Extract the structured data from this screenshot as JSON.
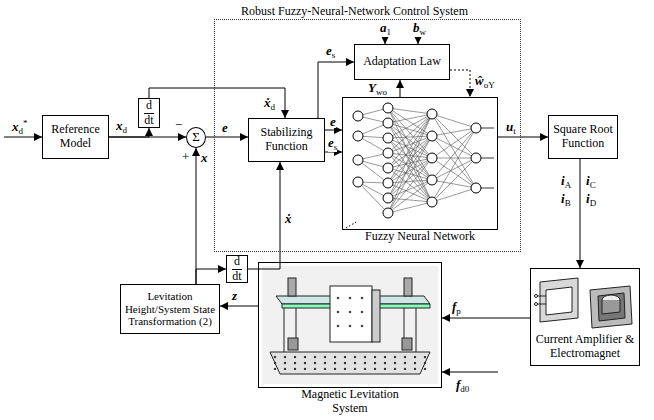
{
  "diagram": {
    "nodes": [
      {
        "text": [
          "Robust Fuzzy-Neural-Network Control System"
        ]
      },
      {
        "text": [
          "Reference Model"
        ]
      },
      {
        "text": [
          "d",
          "dt"
        ]
      },
      {
        "text": [
          "Σ"
        ]
      },
      {
        "text": [
          "Stabilizing Function"
        ],
        "in": 0
      },
      {
        "text": [
          "Adaptation Law"
        ],
        "in": 0
      },
      {
        "text": [
          "Fuzzy Neural Network"
        ],
        "in": 0
      },
      {
        "text": [
          "d",
          "dt"
        ]
      },
      {
        "text": [
          "Square Root Function"
        ]
      },
      {
        "text": [
          "Current Amplifier & Electromagnet"
        ]
      },
      {
        "text": [
          "Magnetic Levitation System"
        ]
      },
      {
        "text": [
          "Levitation Height/System State Transformation (2)"
        ]
      }
    ],
    "edges": [
      {
        "from": 1,
        "to": 3,
        "arrow": "to"
      },
      {
        "from": 1,
        "to": 2,
        "arrow": "to"
      },
      {
        "from": 2,
        "to": 4,
        "arrow": "to"
      },
      {
        "from": 3,
        "to": 4,
        "arrow": "to"
      },
      {
        "from": 11,
        "to": 3,
        "arrow": "to"
      },
      {
        "from": 11,
        "to": 7,
        "arrow": "to"
      },
      {
        "from": 7,
        "to": 4,
        "arrow": "to"
      },
      {
        "from": 4,
        "to": 5,
        "arrow": "to"
      },
      {
        "from": 4,
        "to": 6,
        "arrow": "to"
      },
      {
        "from": 4,
        "to": 6,
        "arrow": "to"
      },
      {
        "from": 6,
        "to": 5,
        "arrow": "to"
      },
      {
        "from": 5,
        "to": 6,
        "arrow": "to"
      },
      {
        "from": 6,
        "to": 8,
        "arrow": "to"
      },
      {
        "from": 8,
        "to": 9,
        "arrow": "to"
      },
      {
        "from": 9,
        "to": 10,
        "arrow": "to"
      },
      {
        "from": 10,
        "to": 11,
        "arrow": "to"
      }
    ],
    "labels": [
      "xd*",
      "xd",
      "−",
      "+",
      "x",
      "e",
      "ẋd",
      "ẋ",
      "es",
      "e",
      "es",
      "a1",
      "bw",
      "ŵoY",
      "Ywo",
      "ut",
      "iA",
      "iC",
      "iB",
      "iD",
      "fp",
      "fd0",
      "z"
    ]
  }
}
